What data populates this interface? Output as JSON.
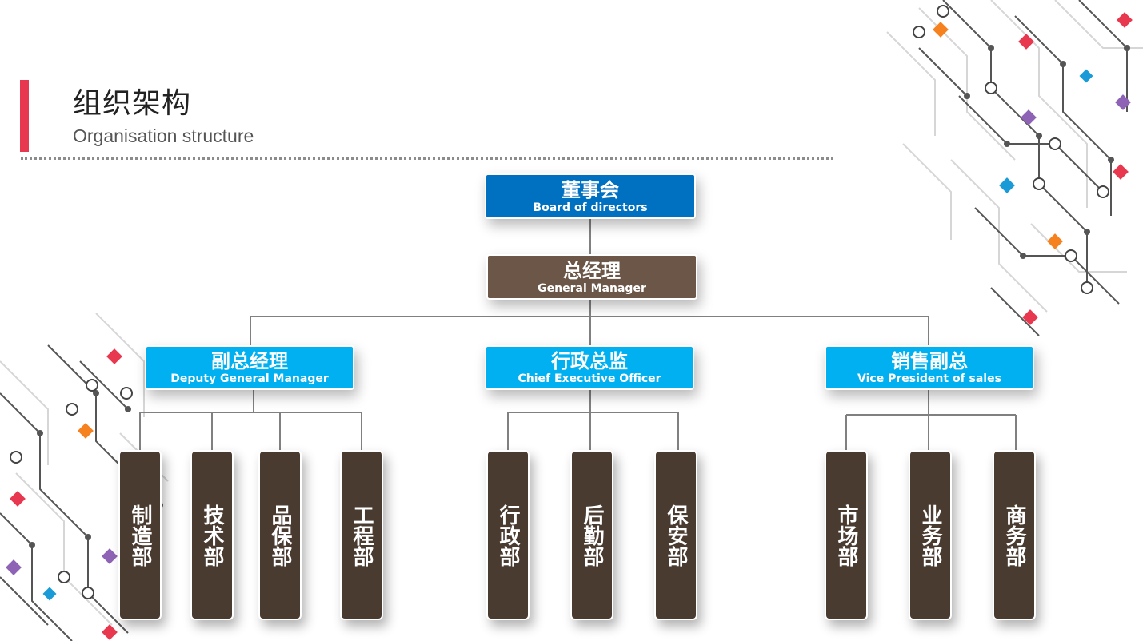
{
  "header": {
    "title": "组织架构",
    "subtitle": "Organisation structure",
    "accent_color": "#e8384f"
  },
  "org": {
    "board": {
      "cn": "董事会",
      "en": "Board of directors",
      "color": "#0070c0"
    },
    "general_manager": {
      "cn": "总经理",
      "en": "General Manager",
      "color": "#6b5647"
    },
    "divisions": [
      {
        "cn": "副总经理",
        "en": "Deputy General Manager",
        "departments": [
          "制造部",
          "技术部",
          "品保部",
          "工程部"
        ]
      },
      {
        "cn": "行政总监",
        "en": "Chief Executive Officer",
        "departments": [
          "行政部",
          "后勤部",
          "保安部"
        ]
      },
      {
        "cn": "销售副总",
        "en": "Vice President of sales",
        "departments": [
          "市场部",
          "业务部",
          "商务部"
        ]
      }
    ],
    "division_color": "#00b0f0",
    "department_color": "#4a3b31"
  },
  "decor_colors": [
    "#e8384f",
    "#f5821f",
    "#8e63b5",
    "#1a9bd7"
  ]
}
